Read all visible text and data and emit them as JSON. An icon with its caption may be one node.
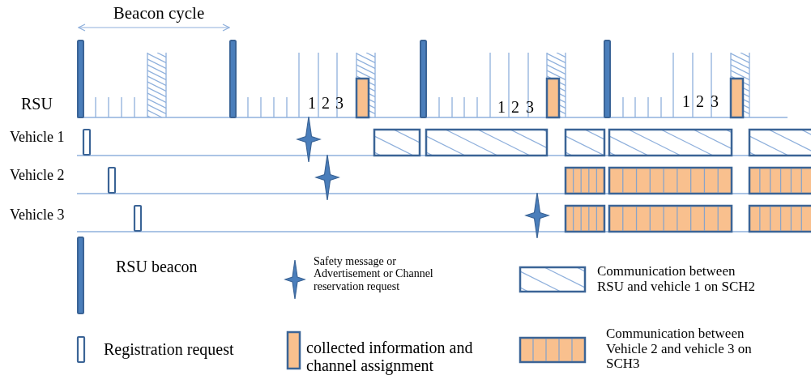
{
  "diagram": {
    "labels": [
      "Beacon cycle",
      "RSU",
      "1",
      "2",
      "3",
      "1",
      "2",
      "3",
      "1",
      "2",
      "3",
      "Vehicle 1",
      "Vehicle 2",
      "Vehicle 3"
    ],
    "legend": [
      {
        "text": "RSU beacon"
      },
      {
        "text": "Safety message or Advertisement or Channel reservation request"
      },
      {
        "text": "Communication between RSU and vehicle 1 on SCH2"
      },
      {
        "text": "Registration request"
      },
      {
        "text": "collected information and channel assignment"
      },
      {
        "text": "Communication between Vehicle 2 and vehicle 3 on SCH3"
      }
    ]
  }
}
